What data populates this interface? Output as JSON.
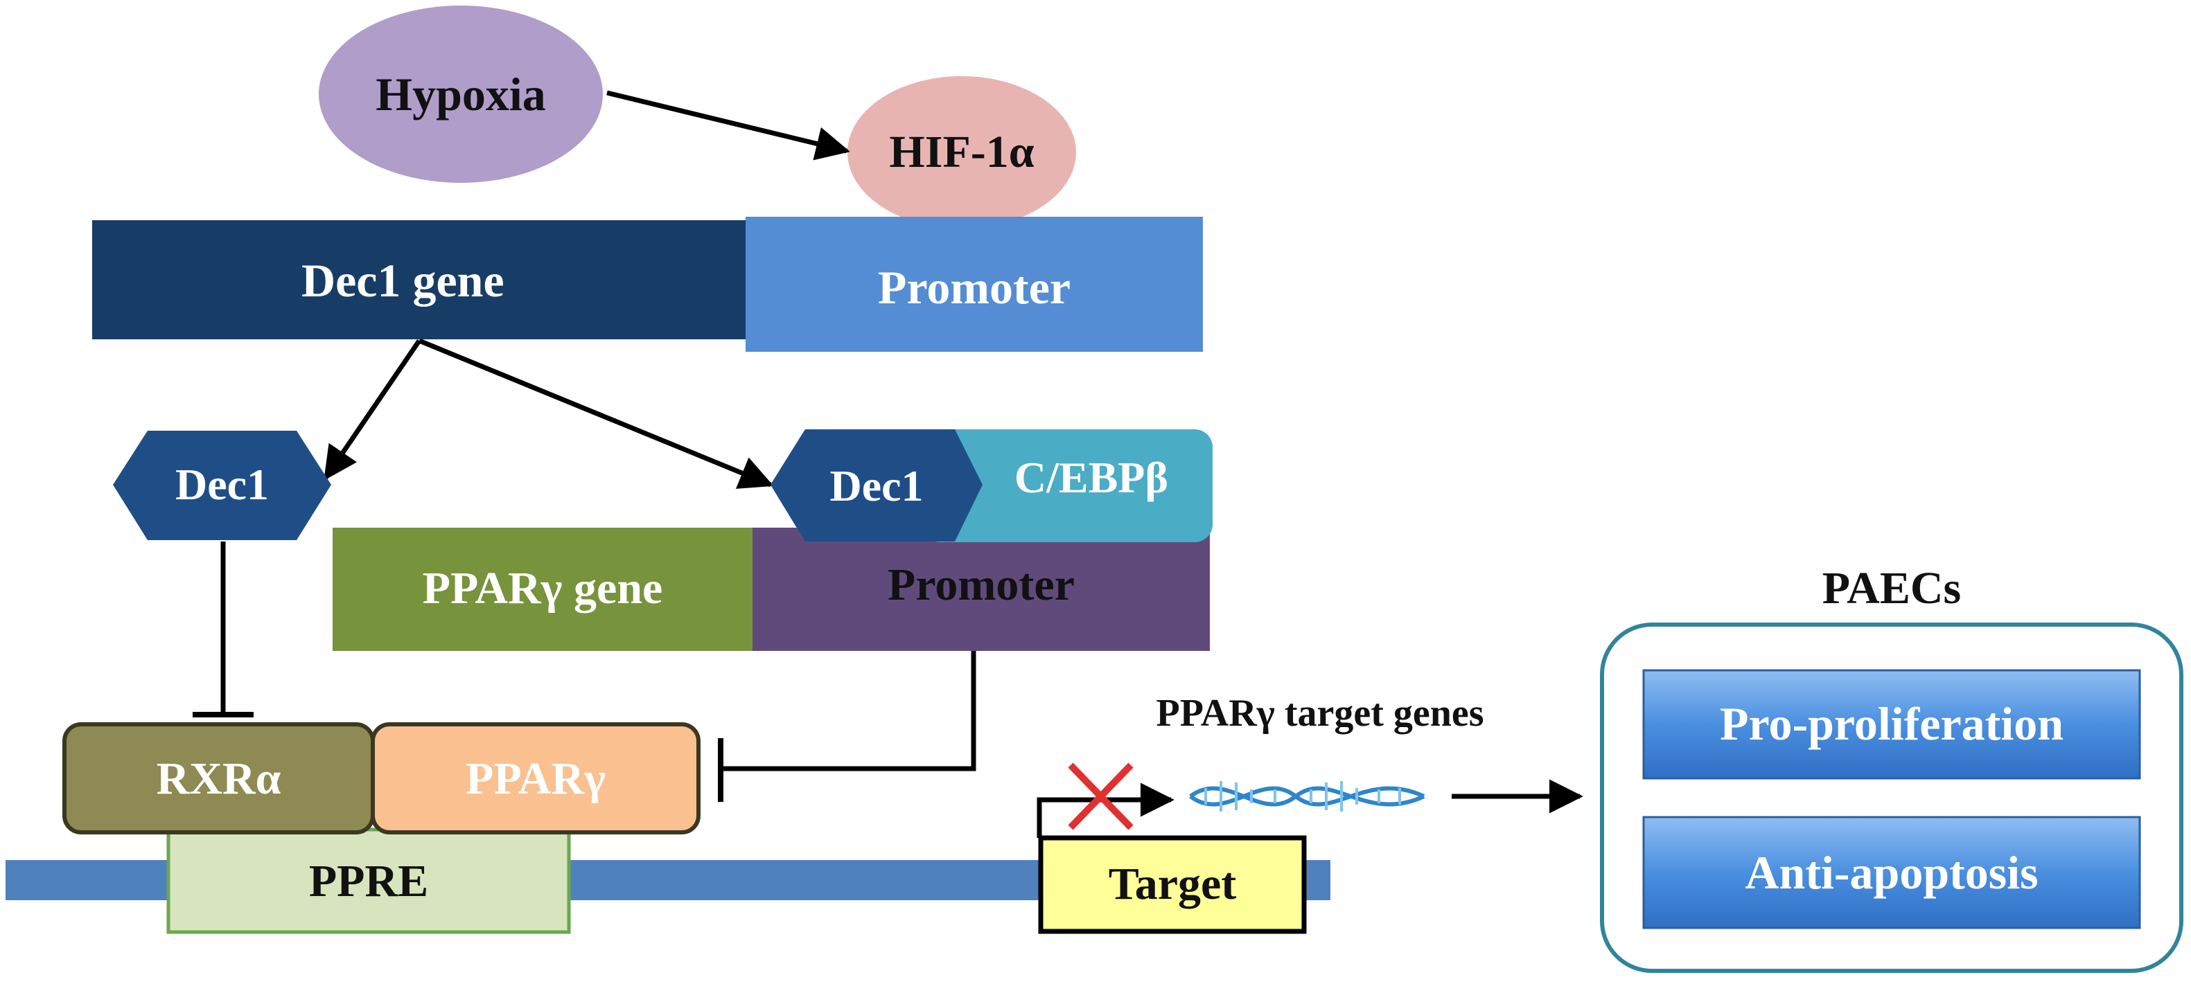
{
  "nodes": {
    "hypoxia": "Hypoxia",
    "hif1a": "HIF-1α",
    "dec1_gene": "Dec1 gene",
    "dec1_promoter": "Promoter",
    "dec1_left": "Dec1",
    "dec1_complex": "Dec1",
    "cebpb": "C/EBPβ",
    "pparg_gene": "PPARγ gene",
    "pparg_promoter": "Promoter",
    "rxra": "RXRα",
    "pparg": "PPARγ",
    "ppre": "PPRE",
    "target": "Target",
    "target_genes_label": "PPARγ target genes",
    "paecs_title": "PAECs",
    "pro_proliferation": "Pro-proliferation",
    "anti_apoptosis": "Anti-apoptosis"
  },
  "colors": {
    "hypoxia": "#b09dc9",
    "hif1a": "#e8b4b2",
    "dec1_gene": "#173d66",
    "dec1_promoter": "#548dd4",
    "dec1_hex": "#1f4e87",
    "cebpb": "#4bacc6",
    "pparg_gene": "#77933c",
    "pparg_promoter": "#604a7b",
    "rxra": "#8f8a53",
    "pparg": "#fac090",
    "ppre": "#d7e4bd",
    "target": "#ffff99",
    "dna_bar": "#4f81bd",
    "paecs_border": "#31849b",
    "effect_box": "#4a8fe0",
    "blocked_mark": "#e03030"
  }
}
